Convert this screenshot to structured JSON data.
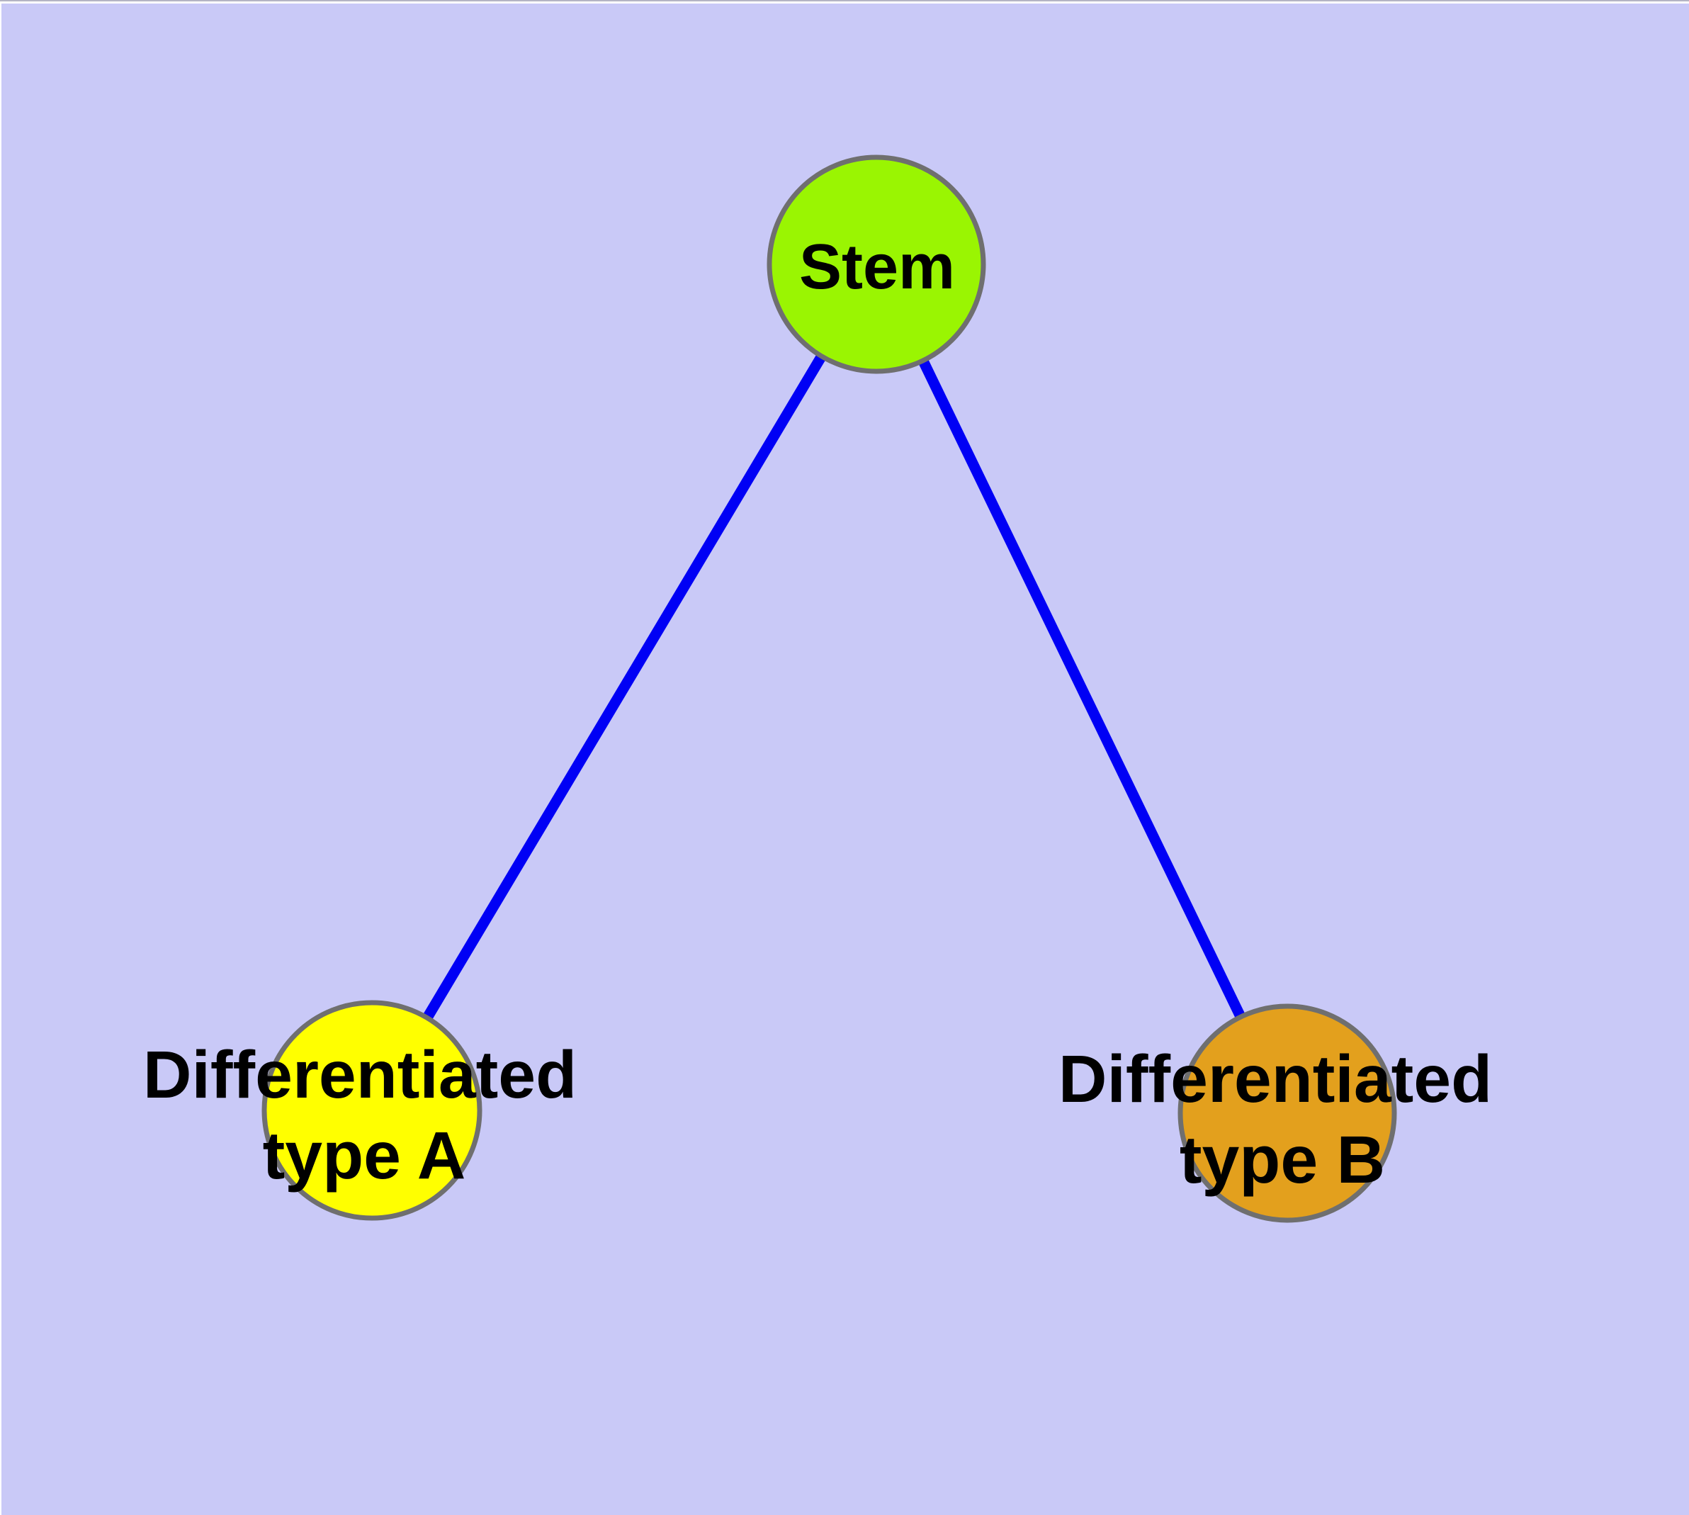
{
  "canvas": {
    "background_color": "#c9c9f7",
    "margin_color": "#ffffff",
    "top_border_color": "#b4b4c4"
  },
  "graph": {
    "nodes": [
      {
        "id": "stem",
        "label": "Stem",
        "fill_color": "#9af502",
        "border_color": "#6f6f6f",
        "text_color": "#000000"
      },
      {
        "id": "differentiated-type-a",
        "label": "Differentiated type A",
        "label_line1": "Differentiated",
        "label_line2": "type A",
        "fill_color": "#ffff00",
        "border_color": "#6f6f6f",
        "text_color": "#000000"
      },
      {
        "id": "differentiated-type-b",
        "label": "Differentiated type B",
        "label_line1": "Differentiated",
        "label_line2": "type B",
        "fill_color": "#e3a01d",
        "border_color": "#6f6f6f",
        "text_color": "#000000"
      }
    ],
    "edges": [
      {
        "from": "stem",
        "to": "differentiated-type-a",
        "color": "#0000f5"
      },
      {
        "from": "stem",
        "to": "differentiated-type-b",
        "color": "#0000f5"
      }
    ]
  }
}
